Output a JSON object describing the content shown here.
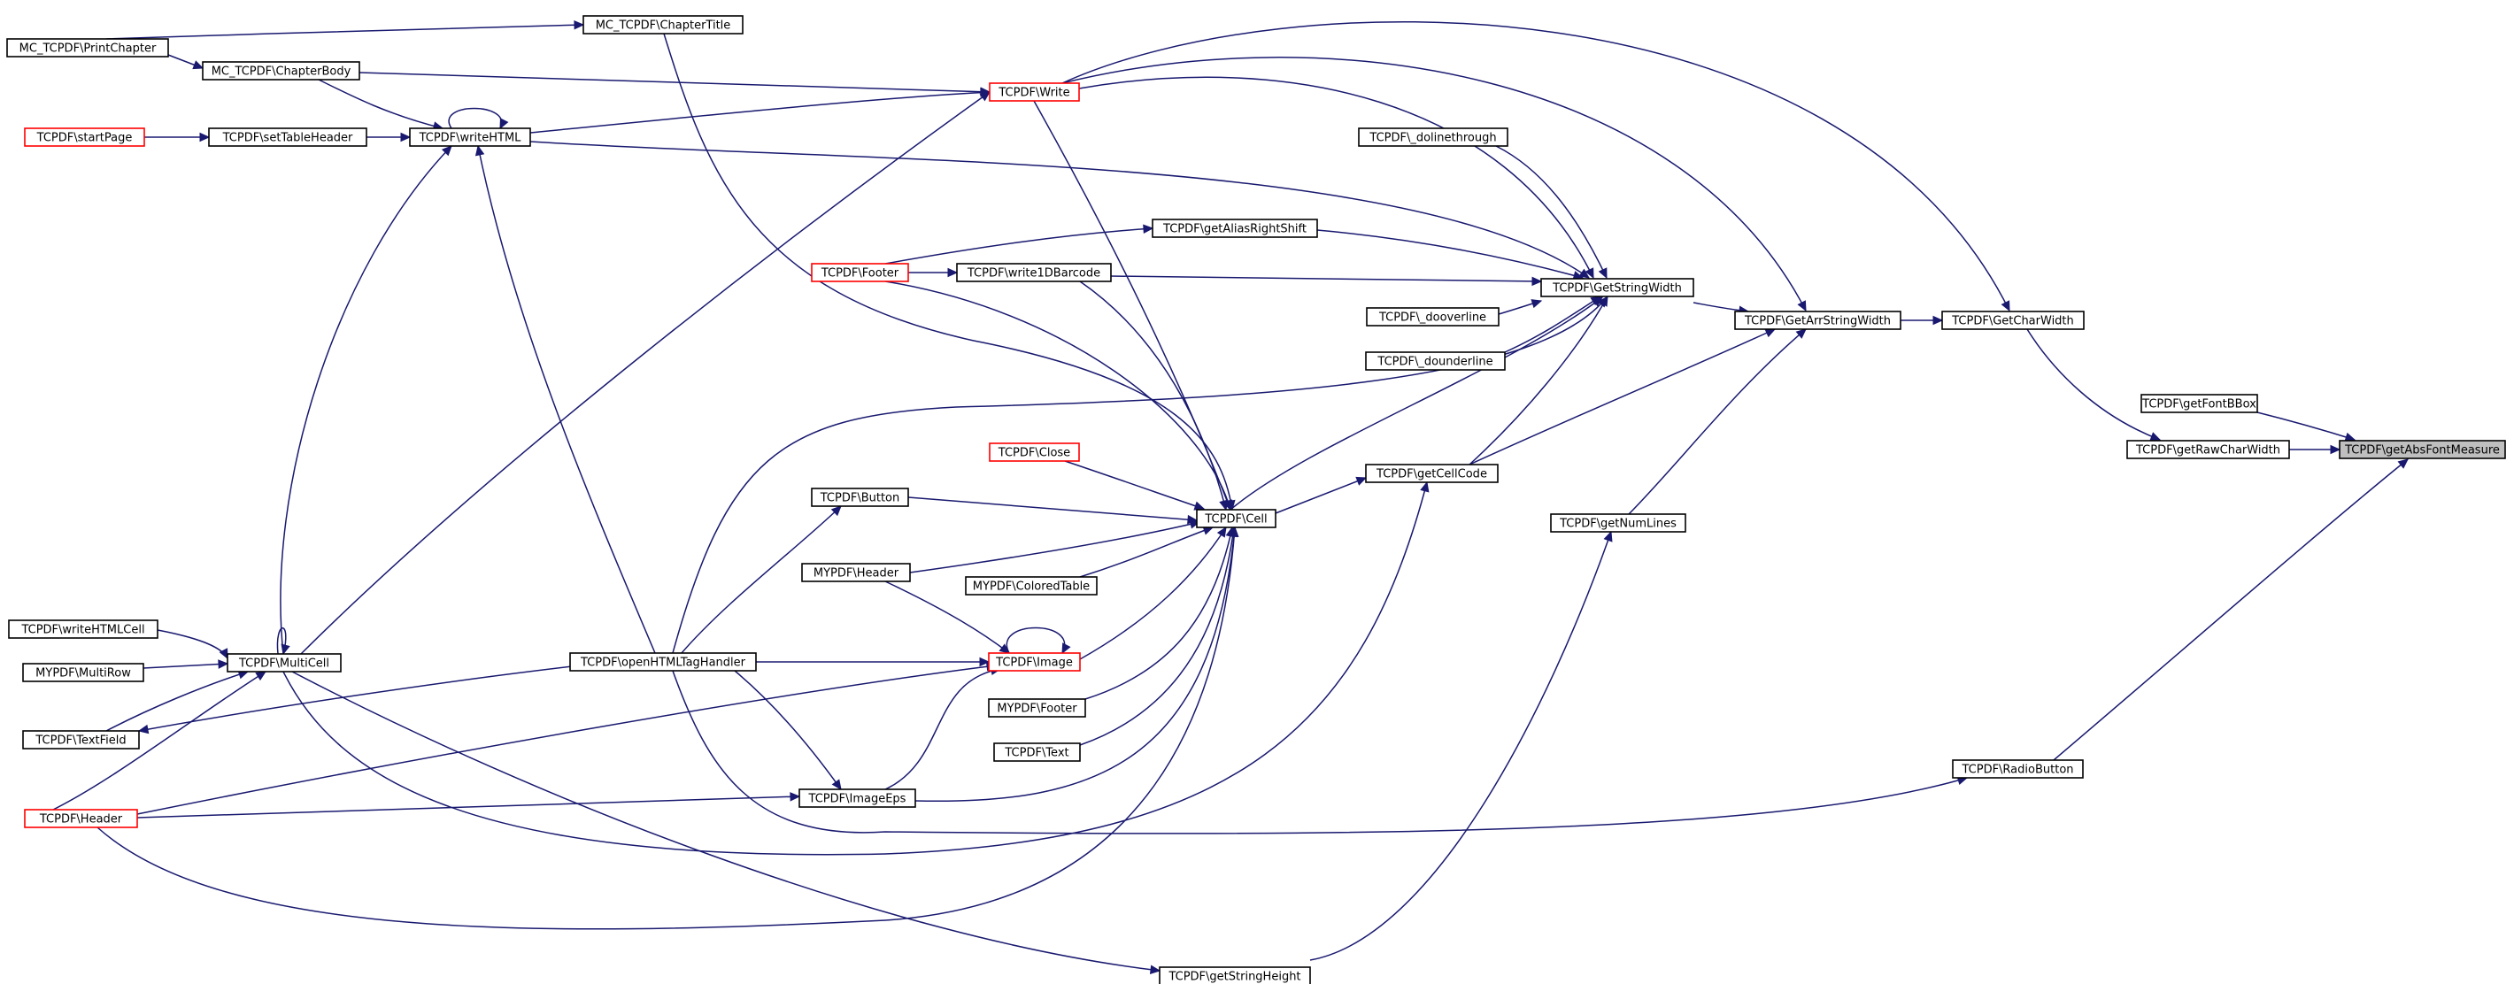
{
  "colors": {
    "edge": "#191970",
    "node_border": "#000000",
    "node_border_incomplete": "#ff0000",
    "root_fill": "#bfbfbf",
    "background": "#ffffff"
  },
  "graph": {
    "nodes": [
      {
        "id": "getAbsFontMeasure",
        "label": "TCPDF\\getAbsFontMeasure",
        "style": "root"
      },
      {
        "id": "getFontBBox",
        "label": "TCPDF\\getFontBBox",
        "style": "normal"
      },
      {
        "id": "getRawCharWidth",
        "label": "TCPDF\\getRawCharWidth",
        "style": "normal"
      },
      {
        "id": "GetCharWidth",
        "label": "TCPDF\\GetCharWidth",
        "style": "normal"
      },
      {
        "id": "GetArrStringWidth",
        "label": "TCPDF\\GetArrStringWidth",
        "style": "normal"
      },
      {
        "id": "GetStringWidth",
        "label": "TCPDF\\GetStringWidth",
        "style": "normal"
      },
      {
        "id": "getCellCode",
        "label": "TCPDF\\getCellCode",
        "style": "normal"
      },
      {
        "id": "getNumLines",
        "label": "TCPDF\\getNumLines",
        "style": "normal"
      },
      {
        "id": "RadioButton",
        "label": "TCPDF\\RadioButton",
        "style": "normal"
      },
      {
        "id": "dolinethrough",
        "label": "TCPDF\\_dolinethrough",
        "style": "normal"
      },
      {
        "id": "dooverline",
        "label": "TCPDF\\_dooverline",
        "style": "normal"
      },
      {
        "id": "dounderline",
        "label": "TCPDF\\_dounderline",
        "style": "normal"
      },
      {
        "id": "getAliasRightShift",
        "label": "TCPDF\\getAliasRightShift",
        "style": "normal"
      },
      {
        "id": "write1DBarcode",
        "label": "TCPDF\\write1DBarcode",
        "style": "normal"
      },
      {
        "id": "Cell",
        "label": "TCPDF\\Cell",
        "style": "normal"
      },
      {
        "id": "Write",
        "label": "TCPDF\\Write",
        "style": "incomplete"
      },
      {
        "id": "ChapterTitle",
        "label": "MC_TCPDF\\ChapterTitle",
        "style": "normal"
      },
      {
        "id": "ChapterBody",
        "label": "MC_TCPDF\\ChapterBody",
        "style": "normal"
      },
      {
        "id": "PrintChapter",
        "label": "MC_TCPDF\\PrintChapter",
        "style": "normal"
      },
      {
        "id": "writeHTML",
        "label": "TCPDF\\writeHTML",
        "style": "normal"
      },
      {
        "id": "setTableHeader",
        "label": "TCPDF\\setTableHeader",
        "style": "normal"
      },
      {
        "id": "startPage",
        "label": "TCPDF\\startPage",
        "style": "incomplete"
      },
      {
        "id": "Footer",
        "label": "TCPDF\\Footer",
        "style": "incomplete"
      },
      {
        "id": "Close",
        "label": "TCPDF\\Close",
        "style": "incomplete"
      },
      {
        "id": "Button",
        "label": "TCPDF\\Button",
        "style": "normal"
      },
      {
        "id": "MYPDF_Header",
        "label": "MYPDF\\Header",
        "style": "normal"
      },
      {
        "id": "ColoredTable",
        "label": "MYPDF\\ColoredTable",
        "style": "normal"
      },
      {
        "id": "Image",
        "label": "TCPDF\\Image",
        "style": "incomplete"
      },
      {
        "id": "MYPDF_Footer",
        "label": "MYPDF\\Footer",
        "style": "normal"
      },
      {
        "id": "Text",
        "label": "TCPDF\\Text",
        "style": "normal"
      },
      {
        "id": "ImageEps",
        "label": "TCPDF\\ImageEps",
        "style": "normal"
      },
      {
        "id": "openHTMLTagHandler",
        "label": "TCPDF\\openHTMLTagHandler",
        "style": "normal"
      },
      {
        "id": "MultiCell",
        "label": "TCPDF\\MultiCell",
        "style": "normal"
      },
      {
        "id": "writeHTMLCell",
        "label": "TCPDF\\writeHTMLCell",
        "style": "normal"
      },
      {
        "id": "MultiRow",
        "label": "MYPDF\\MultiRow",
        "style": "normal"
      },
      {
        "id": "TextField",
        "label": "TCPDF\\TextField",
        "style": "normal"
      },
      {
        "id": "TCPDF_Header",
        "label": "TCPDF\\Header",
        "style": "incomplete"
      },
      {
        "id": "getStringHeight",
        "label": "TCPDF\\getStringHeight",
        "style": "normal"
      }
    ],
    "edges": [
      {
        "from": "getFontBBox",
        "to": "getAbsFontMeasure"
      },
      {
        "from": "getRawCharWidth",
        "to": "getAbsFontMeasure"
      },
      {
        "from": "RadioButton",
        "to": "getAbsFontMeasure"
      },
      {
        "from": "GetCharWidth",
        "to": "getRawCharWidth"
      },
      {
        "from": "GetArrStringWidth",
        "to": "GetCharWidth"
      },
      {
        "from": "Write",
        "to": "GetCharWidth"
      },
      {
        "from": "GetStringWidth",
        "to": "GetArrStringWidth"
      },
      {
        "from": "getCellCode",
        "to": "GetArrStringWidth"
      },
      {
        "from": "getNumLines",
        "to": "GetArrStringWidth"
      },
      {
        "from": "Write",
        "to": "GetArrStringWidth"
      },
      {
        "from": "dolinethrough",
        "to": "GetStringWidth"
      },
      {
        "from": "dooverline",
        "to": "GetStringWidth"
      },
      {
        "from": "dounderline",
        "to": "GetStringWidth"
      },
      {
        "from": "getAliasRightShift",
        "to": "GetStringWidth"
      },
      {
        "from": "write1DBarcode",
        "to": "GetStringWidth"
      },
      {
        "from": "getCellCode",
        "to": "GetStringWidth"
      },
      {
        "from": "Write",
        "to": "GetStringWidth"
      },
      {
        "from": "writeHTML",
        "to": "GetStringWidth"
      },
      {
        "from": "openHTMLTagHandler",
        "to": "GetStringWidth"
      },
      {
        "from": "Cell",
        "to": "GetStringWidth"
      },
      {
        "from": "Cell",
        "to": "getCellCode"
      },
      {
        "from": "MultiCell",
        "to": "getCellCode"
      },
      {
        "from": "getStringHeight",
        "to": "getNumLines"
      },
      {
        "from": "openHTMLTagHandler",
        "to": "RadioButton"
      },
      {
        "from": "Footer",
        "to": "getAliasRightShift"
      },
      {
        "from": "Footer",
        "to": "write1DBarcode"
      },
      {
        "from": "write1DBarcode",
        "to": "Cell"
      },
      {
        "from": "Footer",
        "to": "Cell"
      },
      {
        "from": "Write",
        "to": "Cell"
      },
      {
        "from": "ChapterTitle",
        "to": "Cell"
      },
      {
        "from": "Close",
        "to": "Cell"
      },
      {
        "from": "Button",
        "to": "Cell"
      },
      {
        "from": "MYPDF_Header",
        "to": "Cell"
      },
      {
        "from": "ColoredTable",
        "to": "Cell"
      },
      {
        "from": "Image",
        "to": "Cell"
      },
      {
        "from": "MYPDF_Footer",
        "to": "Cell"
      },
      {
        "from": "Text",
        "to": "Cell"
      },
      {
        "from": "ImageEps",
        "to": "Cell"
      },
      {
        "from": "TCPDF_Header",
        "to": "Cell"
      },
      {
        "from": "MultiCell",
        "to": "Write"
      },
      {
        "from": "writeHTML",
        "to": "Write"
      },
      {
        "from": "ChapterBody",
        "to": "Write"
      },
      {
        "from": "PrintChapter",
        "to": "ChapterTitle"
      },
      {
        "from": "PrintChapter",
        "to": "ChapterBody"
      },
      {
        "from": "ChapterBody",
        "to": "writeHTML"
      },
      {
        "from": "setTableHeader",
        "to": "writeHTML"
      },
      {
        "from": "writeHTML",
        "to": "writeHTML"
      },
      {
        "from": "MultiCell",
        "to": "writeHTML"
      },
      {
        "from": "openHTMLTagHandler",
        "to": "writeHTML"
      },
      {
        "from": "startPage",
        "to": "setTableHeader"
      },
      {
        "from": "openHTMLTagHandler",
        "to": "Button"
      },
      {
        "from": "MYPDF_Header",
        "to": "Image"
      },
      {
        "from": "openHTMLTagHandler",
        "to": "Image"
      },
      {
        "from": "Image",
        "to": "Image"
      },
      {
        "from": "TCPDF_Header",
        "to": "Image"
      },
      {
        "from": "ImageEps",
        "to": "Image"
      },
      {
        "from": "openHTMLTagHandler",
        "to": "ImageEps"
      },
      {
        "from": "TCPDF_Header",
        "to": "ImageEps"
      },
      {
        "from": "writeHTMLCell",
        "to": "MultiCell"
      },
      {
        "from": "MultiRow",
        "to": "MultiCell"
      },
      {
        "from": "TextField",
        "to": "MultiCell"
      },
      {
        "from": "TCPDF_Header",
        "to": "MultiCell"
      },
      {
        "from": "MultiCell",
        "to": "MultiCell"
      },
      {
        "from": "openHTMLTagHandler",
        "to": "TextField"
      },
      {
        "from": "MultiCell",
        "to": "getStringHeight"
      }
    ]
  }
}
